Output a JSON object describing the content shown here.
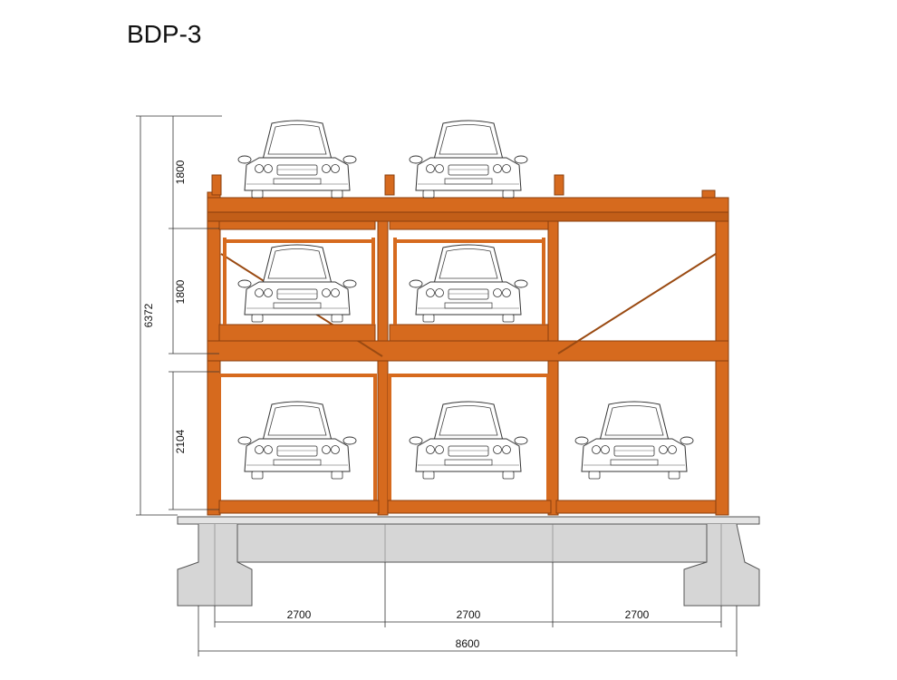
{
  "title": "BDP-3",
  "dimensions": {
    "level_upper": "1800",
    "level_middle": "1800",
    "level_ground": "2104",
    "total_height": "6372",
    "bay_1": "2700",
    "bay_2": "2700",
    "bay_3": "2700",
    "total_width": "8600"
  },
  "colors": {
    "frame": "#d66a1e",
    "frame_dark": "#9a4a12",
    "foundation": "#d6d6d6",
    "line": "#333333"
  },
  "icons": {
    "car": "car-front-icon"
  }
}
